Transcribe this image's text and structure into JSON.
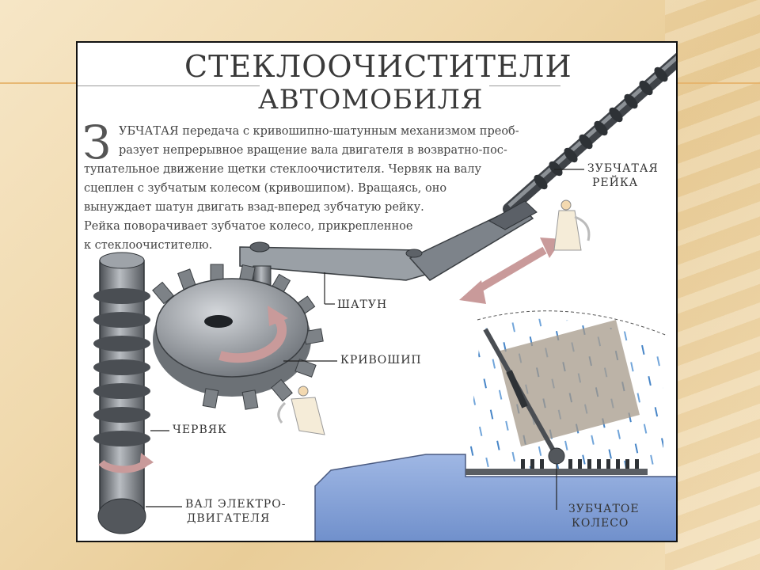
{
  "title": {
    "line1": "СТЕКЛООЧИСТИТЕЛИ",
    "line2": "АВТОМОБИЛЯ"
  },
  "description": {
    "drop_cap": "З",
    "lines": [
      "УБЧАТАЯ передача с кривошипно-шатунным механизмом преоб-",
      "разует непрерывное вращение вала двигателя в возвратно-пос-",
      "тупательное движение щетки стеклоочистителя. Червяк на валу",
      "сцеплен с зубчатым колесом (кривошипом). Вращаясь, оно",
      "вынуждает шатун двигать взад-вперед зубчатую рейку.",
      "Рейка поворачивает зубчатое колесо, прикрепленное",
      "к стеклоочистителю."
    ]
  },
  "labels": {
    "rack": [
      "ЗУБЧАТАЯ",
      "РЕЙКА"
    ],
    "connecting_rod": "ШАТУН",
    "crank": "КРИВОШИП",
    "worm": "ЧЕРВЯК",
    "motor_shaft": [
      "ВАЛ ЭЛЕКТРО-",
      "ДВИГАТЕЛЯ"
    ],
    "gear_wheel": [
      "ЗУБЧАТОЕ",
      "КОЛЕСО"
    ]
  },
  "colors": {
    "metal_dark": "#4f5358",
    "metal_mid": "#8c9196",
    "metal_light": "#c9ccd0",
    "arrow_pink": "#c99a9a",
    "car_blue": "#7f9ed6",
    "rain_blue": "#3d7fc4"
  }
}
